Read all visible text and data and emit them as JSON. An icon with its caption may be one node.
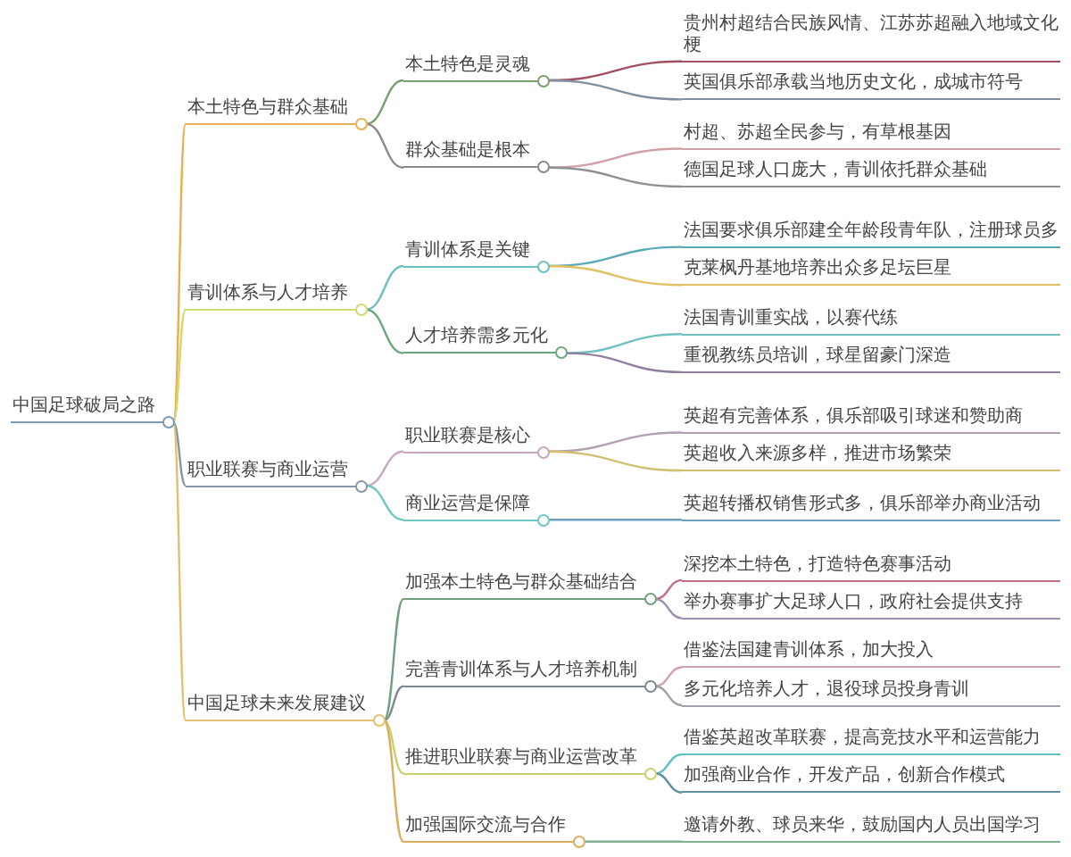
{
  "diagram": {
    "nodes": [
      {
        "text": [
          "中国足球破局之路"
        ]
      },
      {
        "text": [
          "本土特色与群众基础"
        ]
      },
      {
        "text": [
          "本土特色是灵魂"
        ]
      },
      {
        "text": [
          "贵州村超结合民族风情、江苏苏超融入地域文化梗"
        ]
      },
      {
        "text": [
          "英国俱乐部承载当地历史文化，成城市符号"
        ]
      },
      {
        "text": [
          "群众基础是根本"
        ]
      },
      {
        "text": [
          "村超、苏超全民参与，有草根基因"
        ]
      },
      {
        "text": [
          "德国足球人口庞大，青训依托群众基础"
        ]
      },
      {
        "text": [
          "青训体系与人才培养"
        ]
      },
      {
        "text": [
          "青训体系是关键"
        ]
      },
      {
        "text": [
          "法国要求俱乐部建全年龄段青年队，注册球员多"
        ]
      },
      {
        "text": [
          "克莱枫丹基地培养出众多足坛巨星"
        ]
      },
      {
        "text": [
          "人才培养需多元化"
        ]
      },
      {
        "text": [
          "法国青训重实战，以赛代练"
        ]
      },
      {
        "text": [
          "重视教练员培训，球星留豪门深造"
        ]
      },
      {
        "text": [
          "职业联赛与商业运营"
        ]
      },
      {
        "text": [
          "职业联赛是核心"
        ]
      },
      {
        "text": [
          "英超有完善体系，俱乐部吸引球迷和赞助商"
        ]
      },
      {
        "text": [
          "英超收入来源多样，推进市场繁荣"
        ]
      },
      {
        "text": [
          "商业运营是保障"
        ]
      },
      {
        "text": [
          "英超转播权销售形式多，俱乐部举办商业活动"
        ]
      },
      {
        "text": [
          "中国足球未来发展建议"
        ]
      },
      {
        "text": [
          "加强本土特色与群众基础结合"
        ]
      },
      {
        "text": [
          "深挖本土特色，打造特色赛事活动"
        ]
      },
      {
        "text": [
          "举办赛事扩大足球人口，政府社会提供支持"
        ]
      },
      {
        "text": [
          "完善青训体系与人才培养机制"
        ]
      },
      {
        "text": [
          "借鉴法国建青训体系，加大投入"
        ]
      },
      {
        "text": [
          "多元化培养人才，退役球员投身青训"
        ]
      },
      {
        "text": [
          "推进职业联赛与商业运营改革"
        ]
      },
      {
        "text": [
          "借鉴英超改革联赛，提高竞技水平和运营能力"
        ]
      },
      {
        "text": [
          "加强商业合作，开发产品，创新合作模式"
        ]
      },
      {
        "text": [
          "加强国际交流与合作"
        ]
      },
      {
        "text": [
          "邀请外教、球员来华，鼓励国内人员出国学习"
        ]
      }
    ],
    "edges": [
      {
        "from": 0,
        "to": 1,
        "arrow": "none",
        "color": "#e8b050"
      },
      {
        "from": 1,
        "to": 2,
        "arrow": "none",
        "color": "#7aa070"
      },
      {
        "from": 2,
        "to": 3,
        "arrow": "none",
        "color": "#a05060"
      },
      {
        "from": 2,
        "to": 4,
        "arrow": "none",
        "color": "#8090a0"
      },
      {
        "from": 1,
        "to": 5,
        "arrow": "none",
        "color": "#8a8a8a"
      },
      {
        "from": 5,
        "to": 6,
        "arrow": "none",
        "color": "#d0a0a8"
      },
      {
        "from": 5,
        "to": 7,
        "arrow": "none",
        "color": "#909090"
      },
      {
        "from": 0,
        "to": 8,
        "arrow": "none",
        "color": "#d4d870"
      },
      {
        "from": 8,
        "to": 9,
        "arrow": "none",
        "color": "#6cc0c0"
      },
      {
        "from": 9,
        "to": 10,
        "arrow": "none",
        "color": "#5aa8b8"
      },
      {
        "from": 9,
        "to": 11,
        "arrow": "none",
        "color": "#e0c060"
      },
      {
        "from": 8,
        "to": 12,
        "arrow": "none",
        "color": "#6aa880"
      },
      {
        "from": 12,
        "to": 13,
        "arrow": "none",
        "color": "#70c0c0"
      },
      {
        "from": 12,
        "to": 14,
        "arrow": "none",
        "color": "#9080a0"
      },
      {
        "from": 0,
        "to": 15,
        "arrow": "none",
        "color": "#8896a8"
      },
      {
        "from": 15,
        "to": 16,
        "arrow": "none",
        "color": "#c8a8c0"
      },
      {
        "from": 16,
        "to": 17,
        "arrow": "none",
        "color": "#b0a0b0"
      },
      {
        "from": 16,
        "to": 18,
        "arrow": "none",
        "color": "#d0c070"
      },
      {
        "from": 15,
        "to": 19,
        "arrow": "none",
        "color": "#6cc8c0"
      },
      {
        "from": 19,
        "to": 20,
        "arrow": "none",
        "color": "#70a0c0"
      },
      {
        "from": 0,
        "to": 21,
        "arrow": "none",
        "color": "#e2c070"
      },
      {
        "from": 21,
        "to": 22,
        "arrow": "none",
        "color": "#70a080"
      },
      {
        "from": 22,
        "to": 23,
        "arrow": "none",
        "color": "#c07080"
      },
      {
        "from": 22,
        "to": 24,
        "arrow": "none",
        "color": "#a090b0"
      },
      {
        "from": 21,
        "to": 25,
        "arrow": "none",
        "color": "#808890"
      },
      {
        "from": 25,
        "to": 26,
        "arrow": "none",
        "color": "#d0a0b0"
      },
      {
        "from": 25,
        "to": 27,
        "arrow": "none",
        "color": "#a0a0a8"
      },
      {
        "from": 21,
        "to": 28,
        "arrow": "none",
        "color": "#c8d070"
      },
      {
        "from": 28,
        "to": 29,
        "arrow": "none",
        "color": "#60c0c0"
      },
      {
        "from": 28,
        "to": 30,
        "arrow": "none",
        "color": "#6090a0"
      },
      {
        "from": 21,
        "to": 31,
        "arrow": "none",
        "color": "#d8b060"
      },
      {
        "from": 31,
        "to": 32,
        "arrow": "none",
        "color": "#80b090"
      }
    ]
  }
}
